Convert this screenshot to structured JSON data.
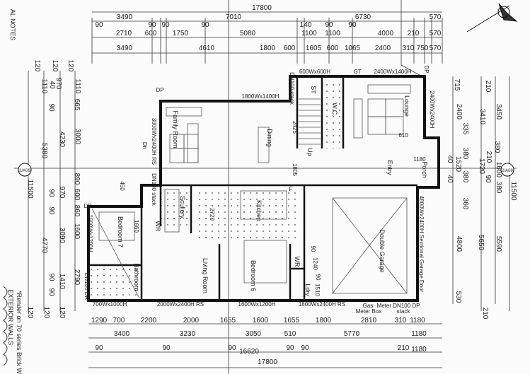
{
  "notes": [
    "AL NOTES",
    "EXTERIOR WALLS:",
    "*Render on 70 series Brick W"
  ],
  "dimensions": {
    "top": [
      "17800",
      "3490",
      "7010",
      "6730",
      "570",
      "90",
      "2710",
      "90",
      "600",
      "90",
      "1750",
      "90",
      "5080",
      "140",
      "1100",
      "90",
      "1100",
      "90",
      "4000",
      "210",
      "570",
      "3490",
      "4610",
      "1800",
      "600",
      "1605",
      "600",
      "1065",
      "2400",
      "310",
      "750",
      "570"
    ],
    "bottom": [
      "1290",
      "700",
      "2200",
      "2000",
      "1655",
      "1600",
      "1655",
      "1800",
      "2810",
      "310",
      "1180",
      "3400",
      "3230",
      "3050",
      "510",
      "5770",
      "1180",
      "90",
      "90",
      "90",
      "16620",
      "90",
      "90",
      "210",
      "1180",
      "17800"
    ],
    "left": [
      "120",
      "120",
      "120",
      "1110",
      "40",
      "970",
      "1110",
      "665",
      "90",
      "4230",
      "5380",
      "3000",
      "11500",
      "890",
      "90",
      "970",
      "600",
      "90",
      "860",
      "3090",
      "1600",
      "4770",
      "2790",
      "90",
      "1410",
      "90",
      "120",
      "120",
      "120"
    ],
    "right": [
      "715",
      "2400",
      "335",
      "380",
      "40",
      "1520",
      "380",
      "40",
      "360",
      "4800",
      "530",
      "210",
      "3410",
      "210",
      "1720",
      "90",
      "5650",
      "210",
      "3450",
      "380",
      "1600",
      "380",
      "5590",
      "11500"
    ]
  },
  "rooms": [
    "Family Room",
    "Dining",
    "Lounge",
    "Entry",
    "Porch",
    "Double Garage",
    "Kitchen",
    "Scullery",
    "Living Room",
    "Bedroom 6",
    "Bedroom 7",
    "Bathroom",
    "WR",
    "ST",
    "W.C.",
    "Up",
    "Ldry",
    "WR"
  ],
  "openings": [
    "600Wx600H",
    "GT",
    "2400Wx1400H",
    "1800Wx1400H",
    "3000Wx2400H RS",
    "Dn",
    "2400Wx2400H",
    "1600Wx1200H",
    "700Wx1000H",
    "2000Wx2400H RS",
    "1600Wx1200H",
    "1800Wx2400H RS",
    "4800Wx2400H Sectional Garage Door"
  ],
  "annotations": [
    "DN100 stack",
    "DN100 stack",
    "DN100 DR",
    "DP",
    "DP",
    "DP",
    "Gas",
    "Meter Box",
    "Meter DN100 DP",
    "stack",
    "2425",
    "1805",
    "610",
    "1180",
    "1660",
    "450",
    "2720",
    "90",
    "1240",
    "90",
    "1510",
    "F"
  ],
  "section_markers": [
    "2/A09",
    "2/A09"
  ],
  "compass_icon": "north-arrow"
}
